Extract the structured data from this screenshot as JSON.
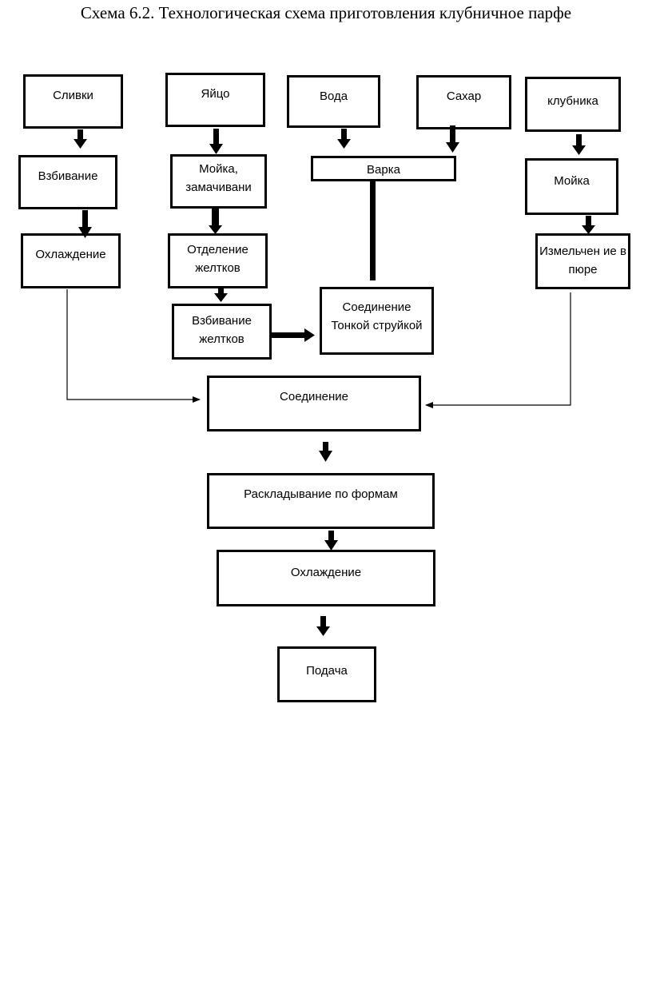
{
  "title": "Схема 6.2. Технологическая схема приготовления клубничное парфе",
  "nodes": {
    "cream": "Сливки",
    "egg": "Яйцо",
    "water": "Вода",
    "sugar": "Сахар",
    "strawberry": "клубника",
    "whipping": "Взбивание",
    "washing_soaking": "Мойка, замачивани",
    "boiling": "Варка",
    "strawberry_washing": "Мойка",
    "cooling_cream": "Охлаждение",
    "yolk_separation": "Отделение желтков",
    "puree": "Измельчен ие в пюре",
    "yolk_whipping": "Взбивание желтков",
    "thin_stream_mix": "Соединение Тонкой струйкой",
    "combining": "Соединение",
    "portioning": "Раскладывание по формам",
    "cooling_final": "Охлаждение",
    "serving": "Подача"
  }
}
